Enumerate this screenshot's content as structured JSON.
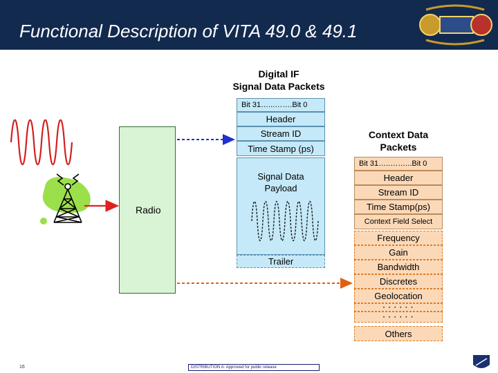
{
  "header": {
    "title": "Functional Description of VITA 49.0 & 49.1"
  },
  "radio": {
    "label": "Radio"
  },
  "signal_packets": {
    "heading_line1": "Digital IF",
    "heading_line2": "Signal Data Packets",
    "bit_range": "Bit 31…...…….Bit 0",
    "fields": [
      "Header",
      "Stream ID",
      "Time Stamp (ps)"
    ],
    "payload_line1": "Signal Data",
    "payload_line2": "Payload",
    "trailer": "Trailer"
  },
  "context_packets": {
    "heading_line1": "Context Data",
    "heading_line2": "Packets",
    "bit_range": "Bit 31…..……...Bit 0",
    "fields": [
      "Header",
      "Stream ID",
      "Time Stamp(ps)",
      "Context Field Select"
    ],
    "optional_fields": [
      "Frequency",
      "Gain",
      "Bandwidth",
      "Discretes",
      "Geolocation",
      "· · · · · ·",
      "· · · · · ·",
      "Others"
    ]
  },
  "footer": {
    "page_number": "16",
    "distribution": "DISTRIBUTION A: Approved for public release"
  },
  "colors": {
    "title_bar": "#132a4f",
    "packet_fill": "#c5e9f8",
    "packet_border": "#5a8fb0",
    "context_fill": "#fbd9b8",
    "optional_border": "#e07a20",
    "radio_fill": "#d8f4d4",
    "blue_arrow": "#1f2fd0",
    "orange_arrow": "#e06010",
    "red_arrow": "#e02020",
    "sine_wave": "#d41e1e",
    "tower_blob": "#9bdf4a"
  }
}
